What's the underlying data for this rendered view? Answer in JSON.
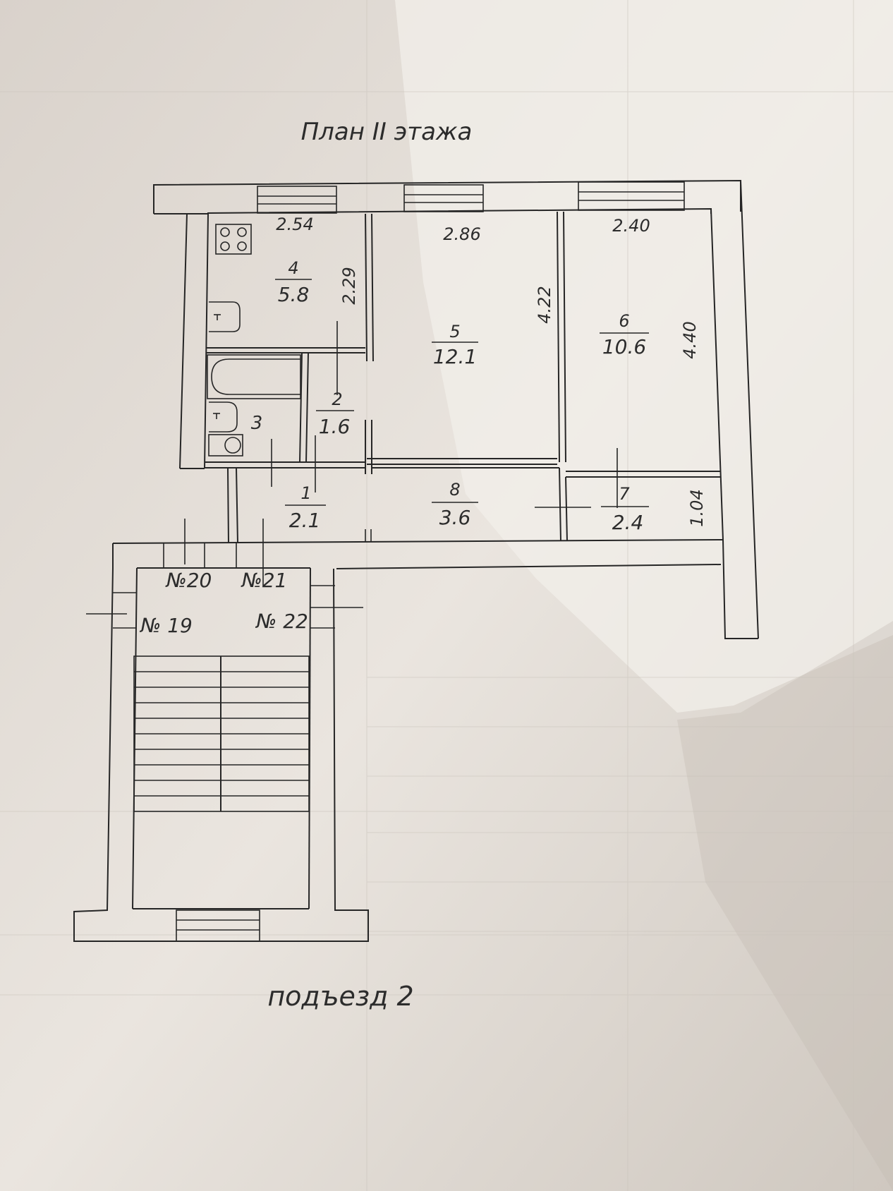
{
  "title": "План II этажа",
  "entrance": "подъезд 2",
  "rooms": [
    {
      "number": "4",
      "area": "5.8"
    },
    {
      "number": "5",
      "area": "12.1"
    },
    {
      "number": "6",
      "area": "10.6"
    },
    {
      "number": "2",
      "area": "1.6"
    },
    {
      "number": "3",
      "area": ""
    },
    {
      "number": "1",
      "area": "2.1"
    },
    {
      "number": "8",
      "area": "3.6"
    },
    {
      "number": "7",
      "area": "2.4"
    }
  ],
  "dimensions": {
    "d254": "2.54",
    "d286": "2.86",
    "d240": "2.40",
    "d229": "2.29",
    "d422": "4.22",
    "d440": "4.40",
    "d104": "1.04"
  },
  "apartments": {
    "a20": "№20",
    "a21": "№21",
    "a19": "№ 19",
    "a22": "№ 22"
  },
  "colors": {
    "paper": "#ebe6e0",
    "ink": "#262626",
    "shadow": "#b9b1a8"
  }
}
